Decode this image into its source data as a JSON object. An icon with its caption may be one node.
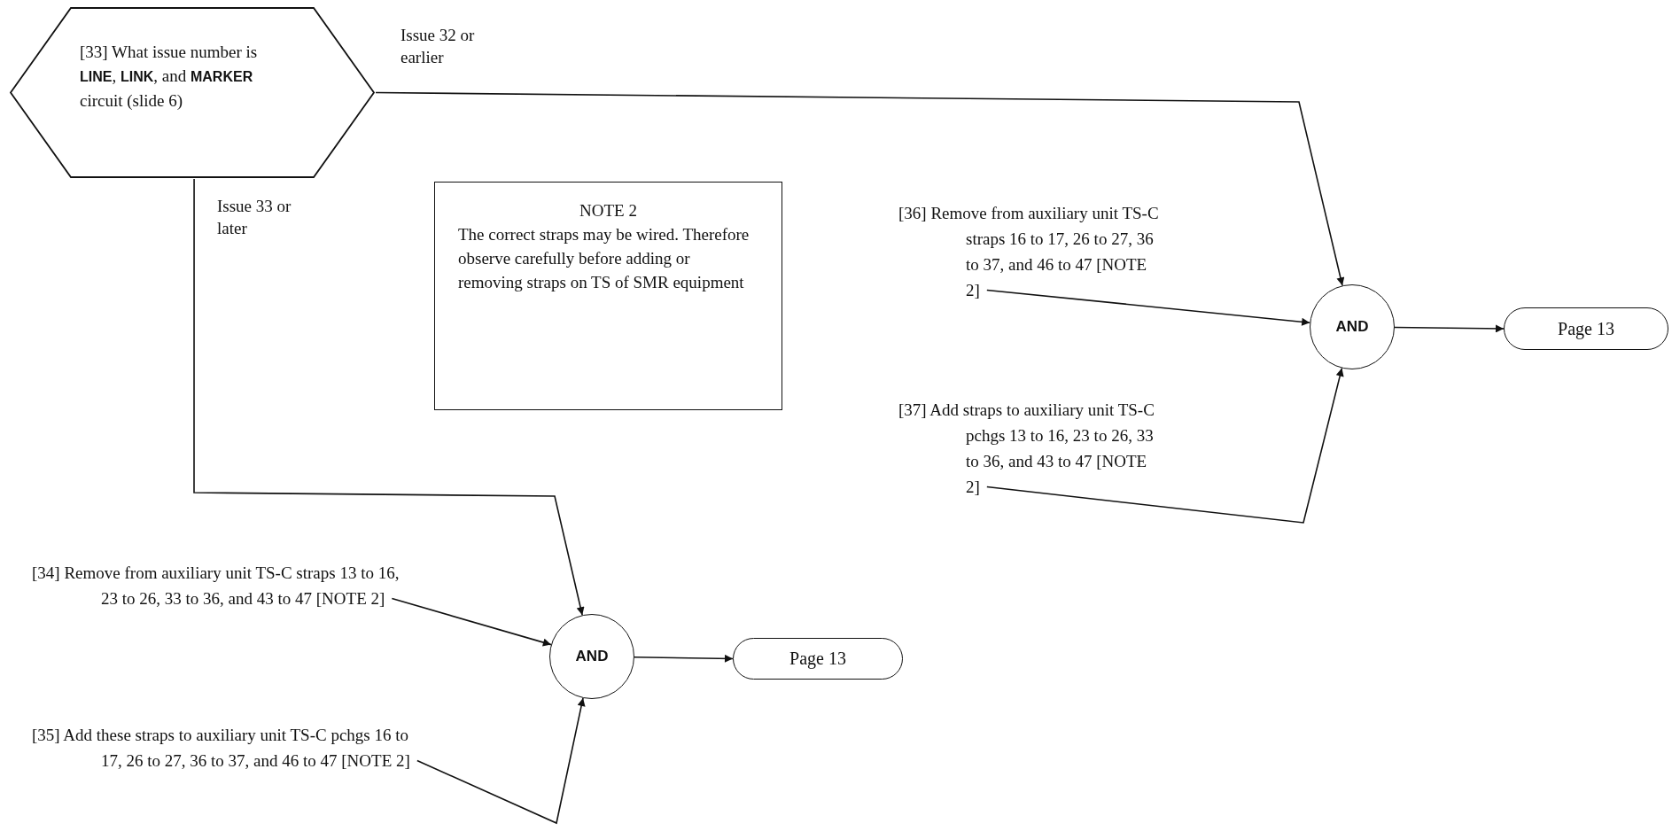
{
  "diagram": {
    "nodes": [
      {
        "text": [
          "[33] What issue number is **LINE**, **LINK**, and **MARKER** circuit (slide 6)"
        ]
      },
      {
        "text": [
          "NOTE 2",
          "The correct straps may be wired.  Therefore observe carefully before adding or removing straps on TS of SMR equipment"
        ]
      },
      {
        "text": [
          "[36] Remove from auxiliary unit TS-C straps 16 to 17, 26 to 27, 36 to 37, and 46 to 47 [NOTE 2]"
        ]
      },
      {
        "text": [
          "[37] Add straps to auxiliary unit TS-C pchgs 13 to 16, 23 to 26, 33 to 36, and 43 to 47 [NOTE 2]"
        ]
      },
      {
        "text": [
          "AND"
        ]
      },
      {
        "text": [
          "Page 13"
        ]
      },
      {
        "text": [
          "[34] Remove from auxiliary unit TS-C straps 13 to 16, 23 to 26, 33 to 36, and 43 to 47 [NOTE 2]"
        ]
      },
      {
        "text": [
          "[35] Add these straps to auxiliary unit TS-C pchgs 16 to 17, 26 to 27, 36 to 37, and 46 to 47 [NOTE 2]"
        ]
      },
      {
        "text": [
          "AND"
        ]
      },
      {
        "text": [
          "Page 13"
        ]
      }
    ],
    "edges": [
      {
        "from": 0,
        "to": 4,
        "arrow": "to",
        "label": "Issue 32 or earlier"
      },
      {
        "from": 0,
        "to": 8,
        "arrow": "to",
        "label": "Issue 33 or later"
      },
      {
        "from": 2,
        "to": 4,
        "arrow": "to"
      },
      {
        "from": 3,
        "to": 4,
        "arrow": "to"
      },
      {
        "from": 4,
        "to": 5,
        "arrow": "to"
      },
      {
        "from": 6,
        "to": 8,
        "arrow": "to"
      },
      {
        "from": 7,
        "to": 8,
        "arrow": "to"
      },
      {
        "from": 8,
        "to": 9,
        "arrow": "to"
      }
    ]
  }
}
